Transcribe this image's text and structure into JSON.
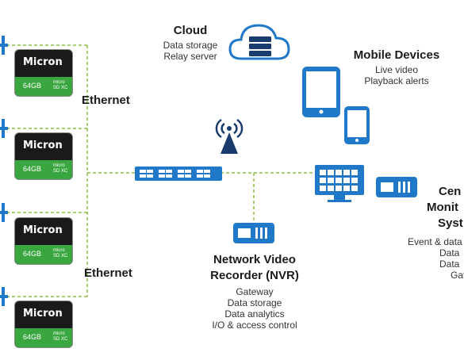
{
  "colors": {
    "accent_blue": "#1f78c8",
    "navy": "#1a3b6e",
    "line_green": "#8bbf3f",
    "card_green": "#3aa63f"
  },
  "cards": [
    {
      "brand": "Micron",
      "capacity": "64GB",
      "tiny": "micro SD XC"
    },
    {
      "brand": "Micron",
      "capacity": "64GB",
      "tiny": "micro SD XC"
    },
    {
      "brand": "Micron",
      "capacity": "64GB",
      "tiny": "micro SD XC"
    },
    {
      "brand": "Micron",
      "capacity": "64GB",
      "tiny": "micro SD XC"
    }
  ],
  "ethernet_top": "Ethernet",
  "ethernet_bottom": "Ethernet",
  "cloud": {
    "title": "Cloud",
    "lines": [
      "Data storage",
      "Relay server"
    ]
  },
  "mobile": {
    "title": "Mobile Devices",
    "lines": [
      "Live video",
      "Playback alerts"
    ]
  },
  "nvr": {
    "title_line1": "Network Video",
    "title_line2": "Recorder (NVR)",
    "lines": [
      "Gateway",
      "Data storage",
      "Data analytics",
      "I/O & access control"
    ]
  },
  "cms": {
    "title_lines": [
      "Cen",
      "Monit",
      "Syst"
    ],
    "lines": [
      "Event & data",
      "Data",
      "Data",
      "Gat"
    ]
  },
  "icons": [
    "sd-card-icon",
    "camera-pin-icon",
    "cloud-server-icon",
    "tablet-icon",
    "phone-icon",
    "wifi-antenna-icon",
    "network-switch-icon",
    "nvr-device-icon",
    "monitor-icon",
    "server-device-icon"
  ]
}
